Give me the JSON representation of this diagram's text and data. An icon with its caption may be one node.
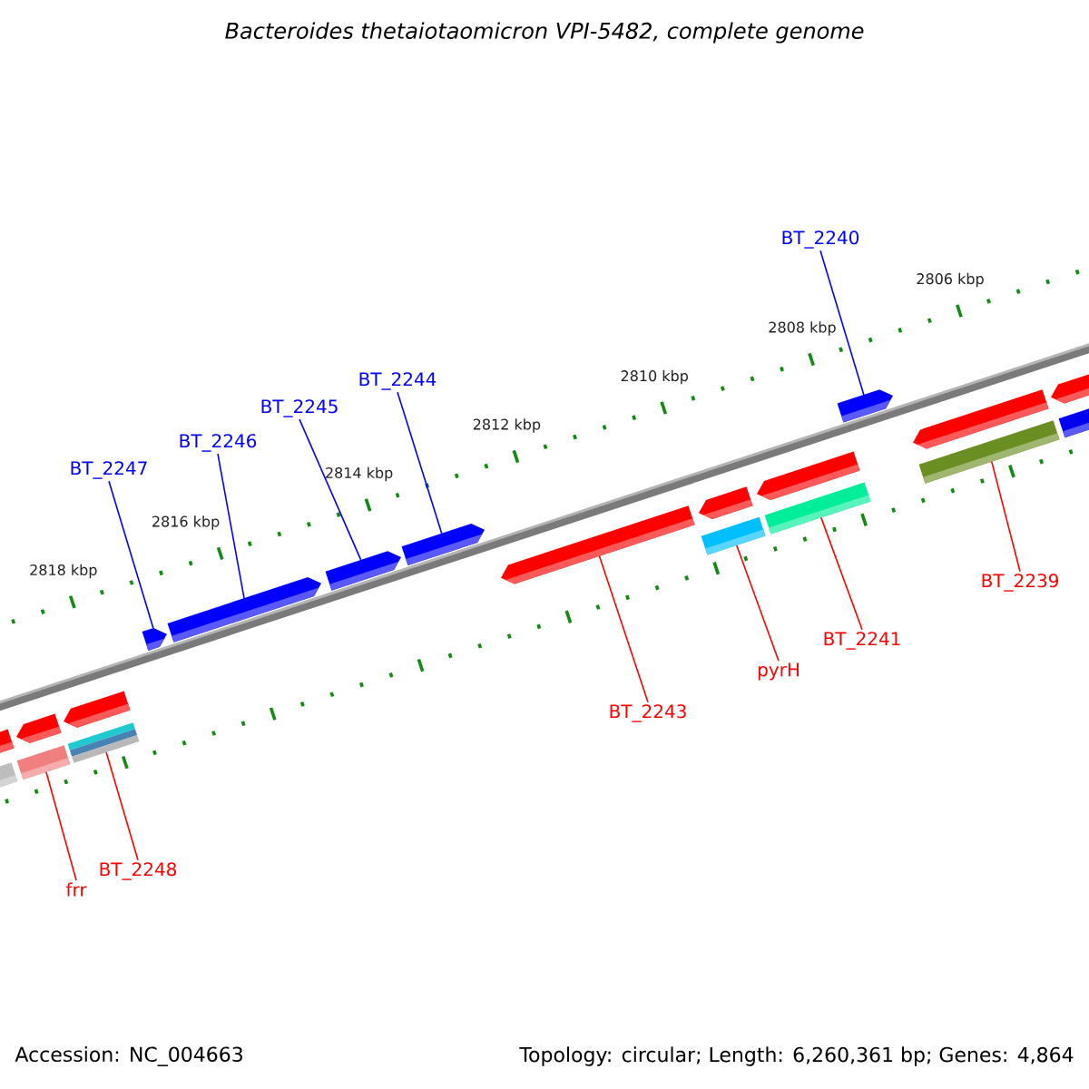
{
  "diagram": {
    "title": "Bacteroides thetaiotaomicron VPI-5482, complete genome",
    "nodes": [
      {
        "text": [
          "BT_2240"
        ]
      },
      {
        "text": [
          "BT_2244"
        ]
      },
      {
        "text": [
          "BT_2245"
        ]
      },
      {
        "text": [
          "BT_2246"
        ]
      },
      {
        "text": [
          "BT_2247"
        ]
      },
      {
        "text": [
          "BT_2239"
        ]
      },
      {
        "text": [
          "BT_2241"
        ]
      },
      {
        "text": [
          "pyrH"
        ]
      },
      {
        "text": [
          "BT_2243"
        ]
      },
      {
        "text": [
          "BT_2248"
        ]
      },
      {
        "text": [
          "frr"
        ]
      },
      {
        "text": [],
        "shape": "bar"
      },
      {
        "text": [],
        "shape": "bar"
      },
      {
        "text": [],
        "shape": "bar"
      },
      {
        "text": [],
        "shape": "bar"
      },
      {
        "text": [],
        "shape": "bar"
      },
      {
        "text": [],
        "shape": "bar"
      },
      {
        "text": [],
        "shape": "bar"
      },
      {
        "text": [],
        "shape": "bar"
      },
      {
        "text": [],
        "shape": "bar"
      },
      {
        "text": [],
        "shape": "bar"
      },
      {
        "text": [],
        "shape": "bar"
      },
      {
        "text": [],
        "shape": "bar"
      },
      {
        "text": [],
        "shape": "bar"
      },
      {
        "text": [],
        "shape": "bar"
      },
      {
        "text": [],
        "shape": "bar"
      },
      {
        "text": [],
        "shape": "bar"
      },
      {
        "text": [],
        "shape": "bar"
      },
      {
        "text": [],
        "shape": "bar"
      },
      {
        "text": [],
        "shape": "bar"
      },
      {
        "text": [],
        "shape": "bar"
      }
    ],
    "edges": [
      {
        "from": 0,
        "to": 15,
        "arrow": "none",
        "color": "#0000ff"
      },
      {
        "from": 1,
        "to": 14,
        "arrow": "none",
        "color": "#0000ff"
      },
      {
        "from": 2,
        "to": 13,
        "arrow": "none",
        "color": "#0000ff"
      },
      {
        "from": 3,
        "to": 12,
        "arrow": "none",
        "color": "#0000ff"
      },
      {
        "from": 4,
        "to": 11,
        "arrow": "none",
        "color": "#0000ff"
      },
      {
        "from": 5,
        "to": 29,
        "arrow": "none"
      },
      {
        "from": 6,
        "to": 28,
        "arrow": "none"
      },
      {
        "from": 7,
        "to": 27,
        "arrow": "none"
      },
      {
        "from": 8,
        "to": 19,
        "arrow": "none"
      },
      {
        "from": 9,
        "to": 26,
        "arrow": "none"
      },
      {
        "from": 10,
        "to": 25,
        "arrow": "none"
      }
    ],
    "labels": [
      "2806 kbp",
      "2808 kbp",
      "2810 kbp",
      "2812 kbp",
      "2814 kbp",
      "2816 kbp",
      "2818 kbp",
      "Accession: NC_004663",
      "Topology: circular; Length: 6,260,361 bp; Genes: 4,864"
    ]
  }
}
